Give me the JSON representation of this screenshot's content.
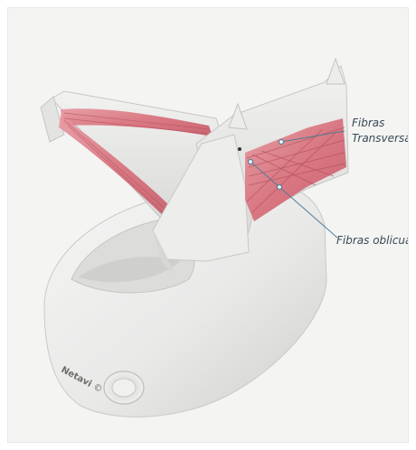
{
  "labels": {
    "transversais_line1": "Fibras",
    "transversais_line2": "Transversais",
    "oblicuas": "Fibras oblicuas"
  },
  "brand": {
    "logo_text": "Netavi",
    "logo_symbol": "©"
  },
  "colors": {
    "background": "#f4f4f3",
    "model": "#e7e7e6",
    "muscle": "#d9747f",
    "leader_line": "#4f7e96",
    "label_text": "#3a4a55"
  }
}
